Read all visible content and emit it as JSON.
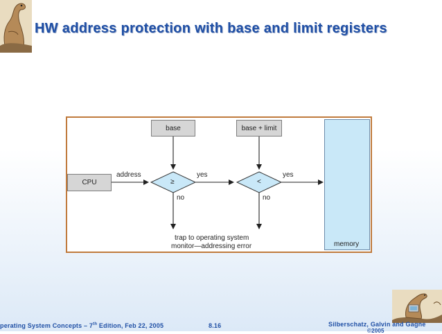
{
  "slide": {
    "title": "HW address protection with base and limit registers"
  },
  "diagram": {
    "base_register": "base",
    "base_plus_limit_register": "base + limit",
    "cpu": "CPU",
    "address_label": "address",
    "compare_ge": "≥",
    "compare_lt": "<",
    "yes_label_1": "yes",
    "yes_label_2": "yes",
    "no_label_1": "no",
    "no_label_2": "no",
    "trap_line_1": "trap to operating system",
    "trap_line_2": "monitor—addressing error",
    "memory": "memory",
    "colors": {
      "register_fill": "#d6d6d6",
      "memory_fill": "#c9e8f8",
      "frame_border": "#c07a3c"
    }
  },
  "footer": {
    "left_text": "perating System Concepts – 7",
    "left_sup": "th",
    "left_text_end": " Edition, Feb 22, 2005",
    "page_number": "8.16",
    "authors": "Silberschatz, Galvin and Gagne",
    "copyright_fragment": "©2005"
  },
  "colors": {
    "title": "#1f4fa5",
    "footer": "#1f4fa5"
  }
}
